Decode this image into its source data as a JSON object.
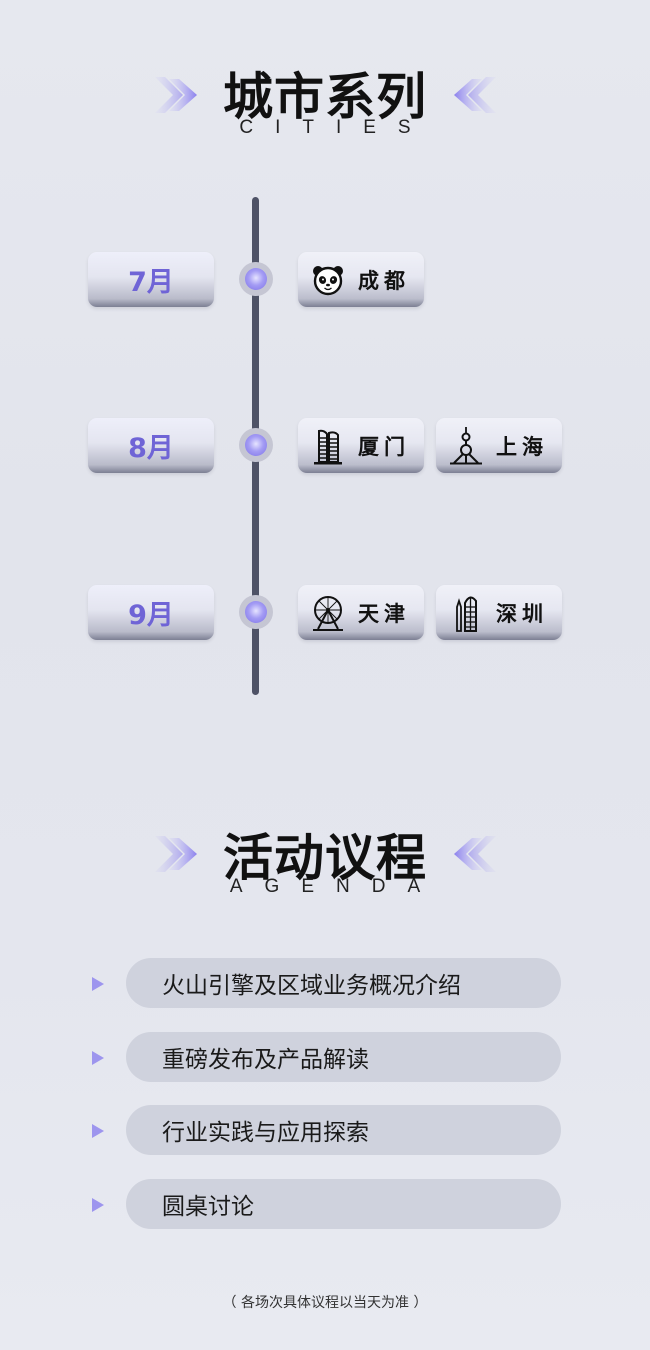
{
  "cities_section": {
    "title": "城市系列",
    "subtitle": "CITIES",
    "months": [
      {
        "label": "7月",
        "cities": [
          {
            "name": "成都",
            "icon": "panda-icon"
          }
        ]
      },
      {
        "label": "8月",
        "cities": [
          {
            "name": "厦门",
            "icon": "twin-towers-icon"
          },
          {
            "name": "上海",
            "icon": "oriental-pearl-tower-icon"
          }
        ]
      },
      {
        "label": "9月",
        "cities": [
          {
            "name": "天津",
            "icon": "ferris-wheel-icon"
          },
          {
            "name": "深圳",
            "icon": "skyscraper-icon"
          }
        ]
      }
    ]
  },
  "agenda_section": {
    "title": "活动议程",
    "subtitle": "AGENDA",
    "items": [
      "火山引擎及区域业务概况介绍",
      "重磅发布及产品解读",
      "行业实践与应用探索",
      "圆桌讨论"
    ],
    "note": "（ 各场次具体议程以当天为准 ）"
  },
  "colors": {
    "accent": "#7d72e8",
    "month_text": "#6f64d6",
    "timeline": "#4e5266",
    "agenda_pill": "#cfd2dd",
    "background": "#e4e6ee"
  }
}
